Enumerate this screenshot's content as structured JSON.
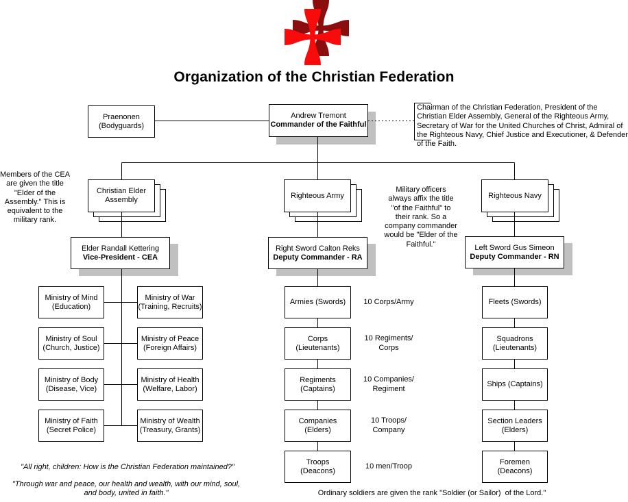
{
  "title": "Organization of the Christian Federation",
  "colors": {
    "cross_dark": "#8B0D0D",
    "cross_bright": "#F80B0B",
    "shadow": "#C0C0C0"
  },
  "org": {
    "praenonen": "Praenonen\n(Bodyguards)",
    "commander": {
      "name": "Andrew Tremont",
      "role": "Commander of the Faithful"
    },
    "commander_titles": "Chairman of the Christian Federation, President of the Christian Elder Assembly, General of the Righteous Army, Secretary of War for the United Churches of Christ, Admiral of the Righteous Navy, Chief Justice and Executioner, & Defender of the Faith.",
    "branches": {
      "cea": "Christian Elder\nAssembly",
      "army": "Righteous Army",
      "navy": "Righteous Navy"
    },
    "deputies": {
      "cea": {
        "name": "Elder Randall Kettering",
        "role": "Vice-President - CEA"
      },
      "army": {
        "name": "Right Sword Calton Reks",
        "role": "Deputy Commander - RA"
      },
      "navy": {
        "name": "Left Sword Gus Simeon",
        "role": "Deputy Commander - RN"
      }
    },
    "ministries_left": [
      "Ministry of Mind\n(Education)",
      "Ministry of Soul\n(Church, Justice)",
      "Ministry of Body\n(Disease, Vice)",
      "Ministry of Faith\n(Secret Police)"
    ],
    "ministries_right": [
      "Ministry of War\n(Training, Recruits)",
      "Ministry of Peace\n(Foreign Affairs)",
      "Ministry of Health\n(Welfare, Labor)",
      "Ministry of Wealth\n(Treasury, Grants)"
    ],
    "army_chain": [
      {
        "label": "Armies (Swords)",
        "note": "10 Corps/Army"
      },
      {
        "label": "Corps\n(Lieutenants)",
        "note": "10 Regiments/\nCorps"
      },
      {
        "label": "Regiments\n(Captains)",
        "note": "10 Companies/\nRegiment"
      },
      {
        "label": "Companies\n(Elders)",
        "note": "10 Troops/\nCompany"
      },
      {
        "label": "Troops\n(Deacons)",
        "note": "10 men/Troop"
      }
    ],
    "navy_chain": [
      "Fleets (Swords)",
      "Squadrons\n(Lieutenants)",
      "Ships (Captains)",
      "Section Leaders\n(Elders)",
      "Foremen\n(Deacons)"
    ]
  },
  "notes": {
    "cea_membership": "Members of the CEA\nare given the title\n\"Elder of the\nAssembly.\" This is\nequivalent to the\nmilitary rank.",
    "officer_titles": "Military officers\nalways affix the title\n\"of the Faithful\" to\ntheir rank. So a\ncompany commander\nwould be \"Elder of the\nFaithful.\"",
    "quote_question": "\"All right, children: How is the Christian Federation maintained?\"",
    "quote_answer": "\"Through war and peace, our health and wealth, with our mind, soul,\nand body, united in faith.\"",
    "soldiers": "Ordinary soldiers are given the rank \"Soldier (or Sailor)  of the Lord.\""
  }
}
